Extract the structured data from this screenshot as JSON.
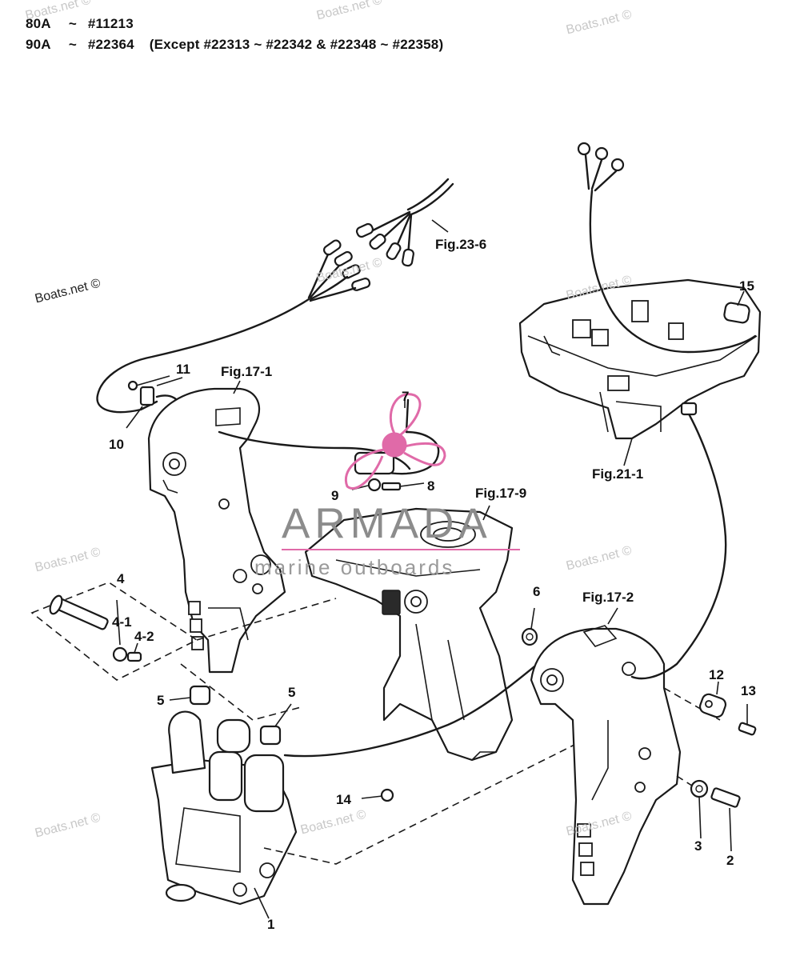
{
  "header": {
    "line1": {
      "model": "80A",
      "tilde": "~",
      "serial": "#11213"
    },
    "line2": {
      "model": "90A",
      "tilde": "~",
      "serial": "#22364",
      "exception": "(Except #22313 ~ #22342 & #22348 ~ #22358)"
    }
  },
  "watermarks": [
    "Boats.net ©",
    "Boats.net ©",
    "Boats.net ©",
    "Boats.net ©",
    "Boats.net ©",
    "Boats.net ©",
    "Boats.net ©",
    "Boats.net ©",
    "Boats.net ©",
    "Boats.net ©",
    "Boats.net ©"
  ],
  "brand": {
    "name": "ARMADA",
    "tagline": "marine outboards",
    "accent": "#e06aa8"
  },
  "figure_refs": {
    "fig_23_6": "Fig.23-6",
    "fig_17_1": "Fig.17-1",
    "fig_17_9": "Fig.17-9",
    "fig_21_1": "Fig.21-1",
    "fig_17_2": "Fig.17-2"
  },
  "callouts": {
    "c1": "1",
    "c2": "2",
    "c3": "3",
    "c4": "4",
    "c4_1": "4-1",
    "c4_2": "4-2",
    "c5a": "5",
    "c5b": "5",
    "c6": "6",
    "c7": "7",
    "c8": "8",
    "c9": "9",
    "c10": "10",
    "c11": "11",
    "c12": "12",
    "c13": "13",
    "c14": "14",
    "c15": "15"
  }
}
